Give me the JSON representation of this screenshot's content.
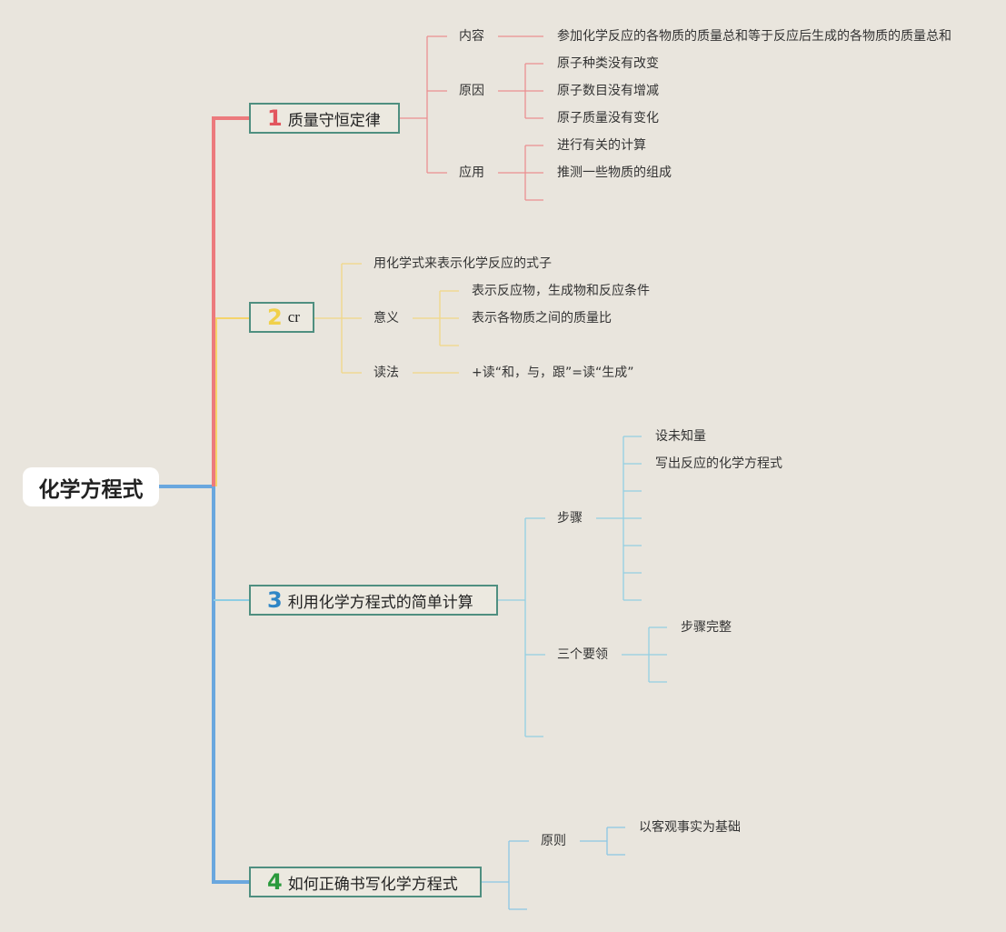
{
  "root": {
    "label": "化学方程式"
  },
  "b1": {
    "num": "1",
    "label": "质量守恒定律",
    "color": "#e2555d",
    "neirong": {
      "label": "内容",
      "text": "参加化学反应的各物质的质量总和等于反应后生成的各物质的质量总和"
    },
    "yuanyin": {
      "label": "原因",
      "items": [
        "原子种类没有改变",
        "原子数目没有增减",
        "原子质量没有变化"
      ]
    },
    "yingyong": {
      "label": "应用",
      "items": [
        "进行有关的计算",
        "推测一些物质的组成"
      ]
    }
  },
  "b2": {
    "num": "2",
    "label": "cr",
    "color": "#f0d04a",
    "def": "用化学式来表示化学反应的式子",
    "yiyi": {
      "label": "意义",
      "items": [
        "表示反应物，生成物和反应条件",
        "表示各物质之间的质量比"
      ]
    },
    "dufa": {
      "label": "读法",
      "text": "+读“和，与，跟”=读“生成”"
    }
  },
  "b3": {
    "num": "3",
    "label": "利用化学方程式的简单计算",
    "color": "#2f86c6",
    "buzhou": {
      "label": "步骤",
      "items": [
        "设未知量",
        "写出反应的化学方程式"
      ]
    },
    "yaoling": {
      "label": "三个要领",
      "items": [
        "步骤完整"
      ]
    }
  },
  "b4": {
    "num": "4",
    "label": "如何正确书写化学方程式",
    "color": "#2a9a3c",
    "yuanze": {
      "label": "原则",
      "items": [
        "以客观事实为基础"
      ]
    }
  }
}
